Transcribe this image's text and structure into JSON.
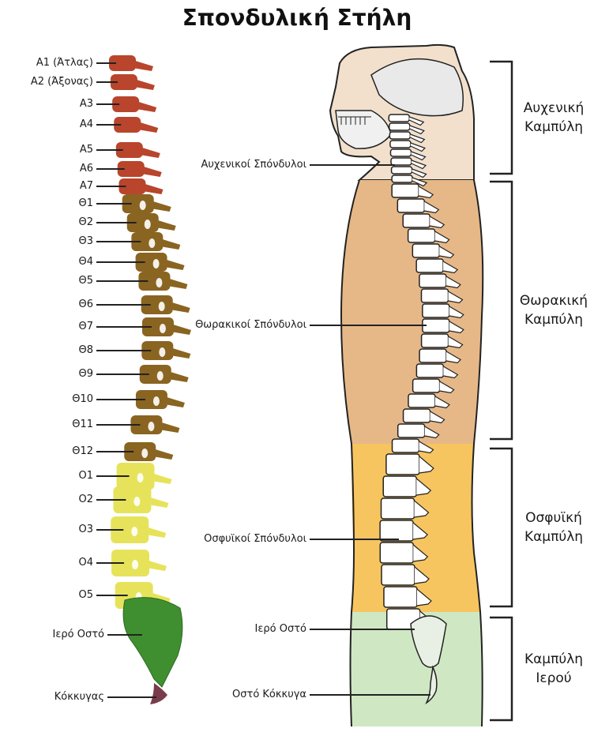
{
  "title": "Σπονδυλική Στήλη",
  "colors": {
    "cervical": "#b8452c",
    "thoracic": "#8a6421",
    "lumbar": "#e6e35a",
    "sacrum": "#3f8f30",
    "coccyx": "#7a3b4a",
    "body_cervical": "#f2e0cc",
    "body_thoracic": "#e6b888",
    "body_lumbar": "#f7c55f",
    "body_sacral": "#cfe8c3",
    "outline": "#222222"
  },
  "left_labels": [
    "Α1 (Άτλας)",
    "Α2 (Άξονας)",
    "Α3",
    "Α4",
    "Α5",
    "Α6",
    "Α7",
    "Θ1",
    "Θ2",
    "Θ3",
    "Θ4",
    "Θ5",
    "Θ6",
    "Θ7",
    "Θ8",
    "Θ9",
    "Θ10",
    "Θ11",
    "Θ12",
    "Ο1",
    "Ο2",
    "Ο3",
    "Ο4",
    "Ο5",
    "Ιερό Οστό",
    "Κόκκυγας"
  ],
  "right_labels": [
    "Αυχενικοί Σπόνδυλοι",
    "Θωρακικοί Σπόνδυλοι",
    "Οσφυϊκοί Σπόνδυλοι",
    "Ιερό Οστό",
    "Οστό Κόκκυγα"
  ],
  "regions": [
    {
      "line1": "Αυχενική",
      "line2": "Καμπύλη"
    },
    {
      "line1": "Θωρακική",
      "line2": "Καμπύλη"
    },
    {
      "line1": "Οσφυϊκή",
      "line2": "Καμπύλη"
    },
    {
      "line1": "Καμπύλη",
      "line2": "Ιερού"
    }
  ]
}
